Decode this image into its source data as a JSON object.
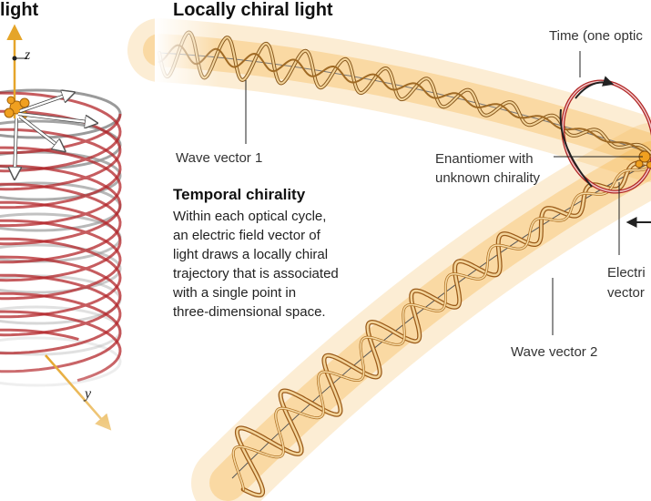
{
  "panels": {
    "left_title": "light",
    "right_title": "Locally chiral light"
  },
  "axes": {
    "z": "z",
    "y": "y"
  },
  "labels": {
    "time": "Time (one optic",
    "wave_vector_1": "Wave vector 1",
    "enantiomer_line1": "Enantiomer with",
    "enantiomer_line2": "unknown chirality",
    "electric_line1": "Electri",
    "electric_line2": "vector",
    "wave_vector_2": "Wave vector 2"
  },
  "temporal": {
    "heading": "Temporal chirality",
    "lines": [
      "Within each optical cycle,",
      "an electric field vector of",
      "light draws a locally chiral",
      "trajectory that is associated",
      "with a single point in",
      "three-dimensional space."
    ]
  },
  "colors": {
    "beam_glow": "#f5b54a",
    "wave": "#c9872e",
    "wave_light": "#f3d49a",
    "helix_red": "#b3262a",
    "helix_grey": "#9a9a9a",
    "axis_arrow": "#e5a52a",
    "molecule": "#f0a020"
  }
}
